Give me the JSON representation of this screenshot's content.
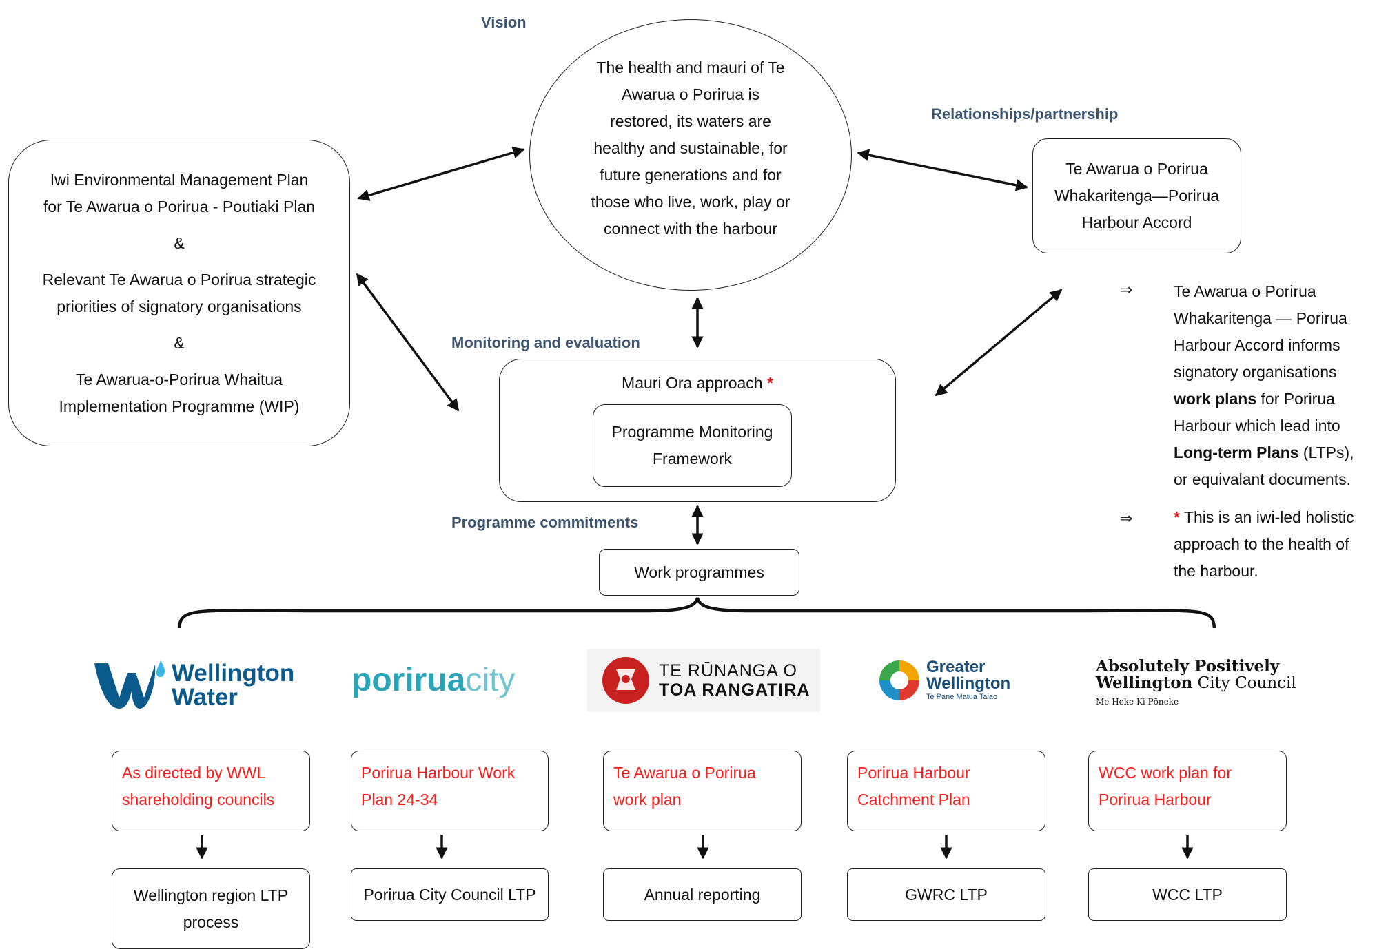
{
  "headings": {
    "vision": "Vision",
    "relationships": "Relationships/partnership",
    "monitoring": "Monitoring and evaluation",
    "commitments": "Programme commitments"
  },
  "vision_text": [
    "The health and mauri of Te",
    "Awarua o Porirua is",
    "restored, its waters are",
    "healthy and sustainable, for",
    "future generations and for",
    "those who live, work, play or",
    "connect with the harbour"
  ],
  "left_box": {
    "line1": "Iwi Environmental Management Plan",
    "line2": "for Te Awarua o Porirua  - Poutiaki Plan",
    "amp1": "&",
    "line3": "Relevant Te Awarua o Porirua strategic",
    "line4": "priorities of signatory organisations",
    "amp2": "&",
    "line5": "Te Awarua-o-Porirua Whaitua",
    "line6": "Implementation Programme (WIP)"
  },
  "accord_box": [
    "Te Awarua o Porirua",
    "Whakaritenga—Porirua",
    "Harbour Accord"
  ],
  "mauri_box": {
    "label": "Mauri Ora approach",
    "star": "*"
  },
  "framework_box": [
    "Programme Monitoring",
    "Framework"
  ],
  "work_programmes": "Work programmes",
  "notes": {
    "bullet": "⇒",
    "note1": {
      "l1": "Te Awarua o Porirua",
      "l2": "Whakaritenga — Porirua",
      "l3": "Harbour Accord informs",
      "l4": "signatory organisations",
      "l5_bold": "work plans",
      "l5_rest": " for Porirua",
      "l6": "Harbour which lead into",
      "l7_bold": "Long-term Plans",
      "l7_rest": " (LTPs),",
      "l8": "or equivalant documents."
    },
    "note2": {
      "star": "*",
      "l1": " This is an iwi-led holistic",
      "l2": "approach to the health of",
      "l3": "the harbour."
    }
  },
  "logos": {
    "ww1": "Wellington",
    "ww2": "Water",
    "pcc_a": "porirua",
    "pcc_b": "city",
    "toa1": "TE RŪNANGA O",
    "toa2": "TOA RANGATIRA",
    "gw1": "Greater",
    "gw2": "Wellington",
    "gw3": "Te Pane Matua Taiao",
    "wcc1": "Absolutely Positively",
    "wcc2a": "Wellington",
    "wcc2b": " City Council",
    "wcc3": "Me Heke Ki Pōneke"
  },
  "columns": [
    {
      "plan": [
        "As directed by WWL",
        "shareholding councils"
      ],
      "ltp": [
        "Wellington region LTP",
        "process"
      ]
    },
    {
      "plan": [
        "Porirua Harbour Work",
        "Plan 24-34"
      ],
      "ltp": [
        "Porirua City Council LTP"
      ]
    },
    {
      "plan": [
        "Te Awarua o Porirua",
        "work plan"
      ],
      "ltp": [
        "Annual reporting"
      ]
    },
    {
      "plan": [
        "Porirua Harbour",
        "Catchment Plan"
      ],
      "ltp": [
        "GWRC LTP"
      ]
    },
    {
      "plan": [
        "WCC work plan for",
        "Porirua Harbour"
      ],
      "ltp": [
        "WCC LTP"
      ]
    }
  ],
  "colors": {
    "heading": "#3d5570",
    "red_text": "#ff1a1a",
    "ww_blue": "#0b5a8c",
    "pcc_teal": "#2aa6b8",
    "toa_red": "#c8211f"
  }
}
